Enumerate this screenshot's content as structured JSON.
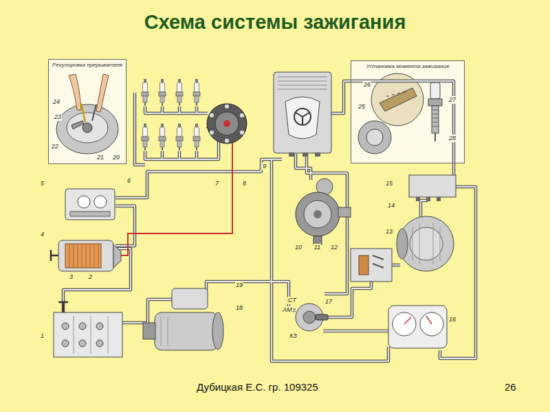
{
  "diagram": {
    "title": "Схема системы зажигания",
    "nodes": [
      {
        "text": [
          "Регулировка прерывателя"
        ]
      },
      {
        "text": [
          "Установка момента зажигания"
        ]
      }
    ],
    "labels": [
      "24",
      "23",
      "22",
      "21",
      "20",
      "26",
      "25",
      "27",
      "28",
      "6",
      "7",
      "8",
      "9",
      "5",
      "4",
      "3",
      "2",
      "10",
      "11",
      "12",
      "15",
      "14",
      "13",
      "19",
      "18",
      "СТ",
      "АМ",
      "КЗ",
      "17",
      "16",
      "1",
      "Дубицкая Е.С. гр. 109325",
      "26"
    ]
  }
}
